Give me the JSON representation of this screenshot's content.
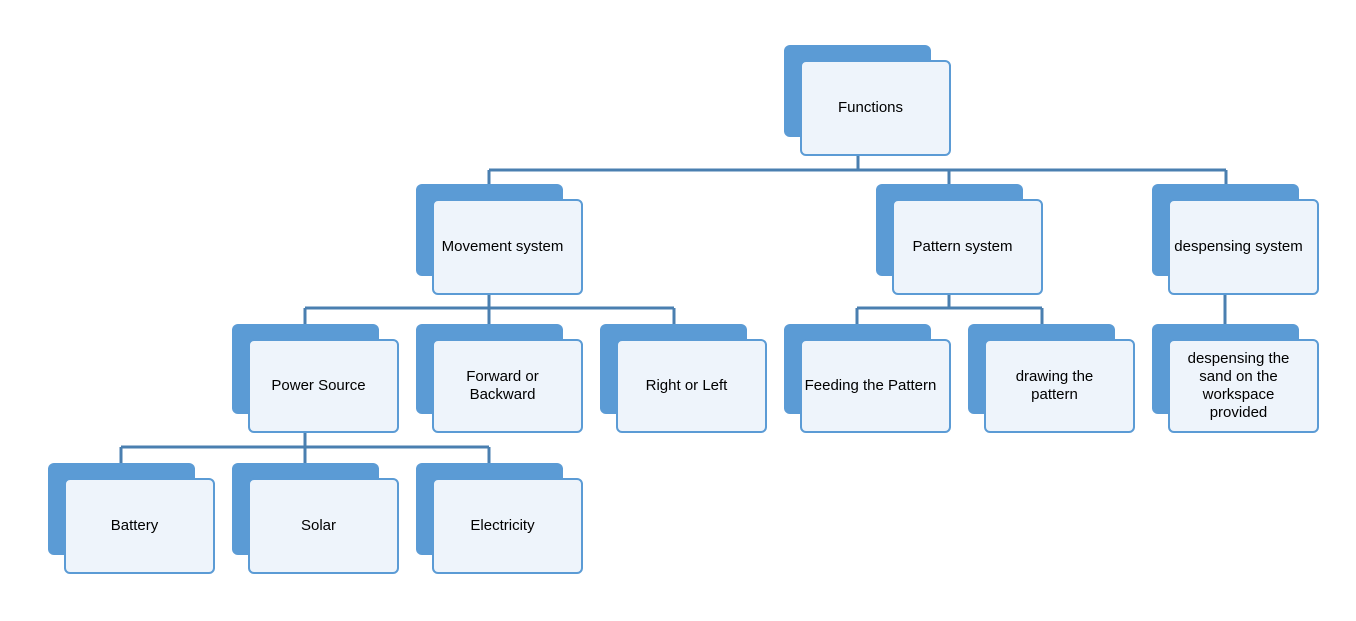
{
  "nodes": {
    "functions": "Functions",
    "movement": "Movement system",
    "pattern": "Pattern system",
    "dispensing": "despensing system",
    "power": "Power Source",
    "forward": "Forward or Backward",
    "right_left": "Right or Left",
    "feeding": "Feeding the Pattern",
    "drawing": "drawing the pattern",
    "dispensing_sand": "despensing the sand on the workspace provided",
    "battery": "Battery",
    "solar": "Solar",
    "electricity": "Electricity"
  },
  "colors": {
    "node_fill": "#5b9bd5",
    "node_front": "#eef4fb",
    "connector": "#4a7fb0"
  }
}
